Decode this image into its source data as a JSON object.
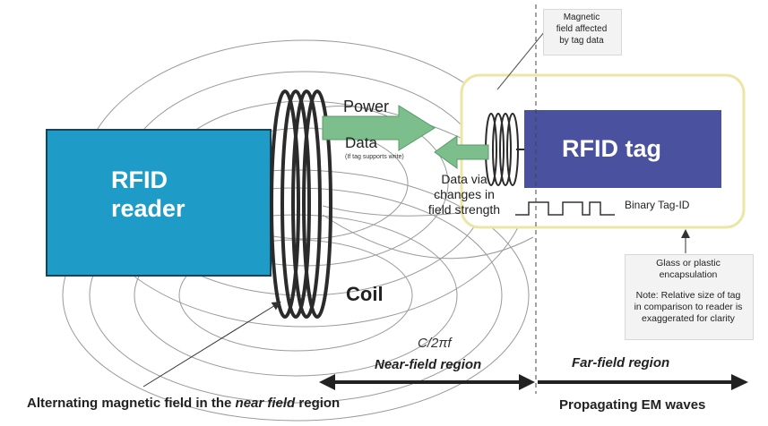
{
  "reader": {
    "line1": "RFID",
    "line2": "reader"
  },
  "tag": {
    "label": "RFID tag",
    "binary_id": "Binary Tag-ID"
  },
  "coil": {
    "label": "Coil"
  },
  "arrows": {
    "power": "Power",
    "data": "Data",
    "data_note": "(If tag supports write)"
  },
  "data_via": {
    "line1": "Data via",
    "line2": "changes in",
    "line3": "field strength"
  },
  "callout_magnetic": {
    "line1": "Magnetic",
    "line2": "field affected",
    "line3": "by tag data"
  },
  "encapsulation": {
    "line1": "Glass or plastic",
    "line2": "encapsulation"
  },
  "note": {
    "line1": "Note: Relative size of tag",
    "line2": "in comparison to reader is",
    "line3": "exaggerated for clarity"
  },
  "boundary": {
    "formula": "C/2πf"
  },
  "regions": {
    "near": "Near-field region",
    "far": "Far-field region",
    "far_sub": "Propagating EM waves"
  },
  "caption": {
    "before": "Alternating magnetic field in the ",
    "italic": "near field",
    "after": " region"
  },
  "colors": {
    "reader_fill": "#1e9cc7",
    "tag_fill": "#4a519e",
    "arrow_green": "#7dbf8c",
    "tag_outline": "#ece6a6"
  }
}
